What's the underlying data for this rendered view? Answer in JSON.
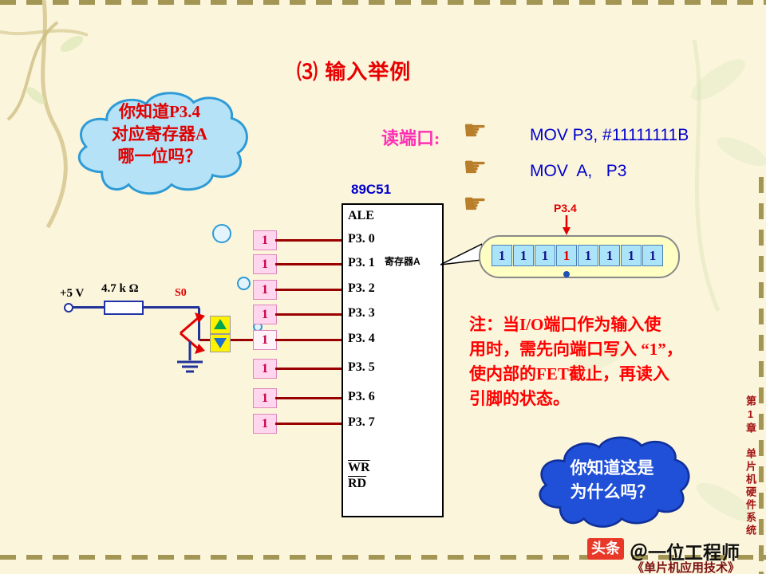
{
  "slide_title": "⑶ 输入举例",
  "question_cloud": {
    "lines": [
      "你知道P3.4",
      "对应寄存器A",
      "哪一位吗？"
    ]
  },
  "read_port": {
    "label": "读端口:",
    "instructions": [
      "MOV P3, #11111111B",
      "MOV  A,   P3"
    ]
  },
  "chip": {
    "name": "89C51",
    "pins": [
      "ALE",
      "P3. 0",
      "P3. 1",
      "P3. 2",
      "P3. 3",
      "P3. 4",
      "P3. 5",
      "P3. 6",
      "P3. 7"
    ],
    "bottom_pins": [
      "WR",
      "RD"
    ],
    "register_label": "寄存器A"
  },
  "pin_values": [
    "1",
    "1",
    "1",
    "1",
    "1",
    "1",
    "1",
    "1"
  ],
  "circuit": {
    "vcc_label": "+5 V",
    "resistor_label": "4.7 k Ω",
    "switch_label": "S0"
  },
  "register_view": {
    "pointer_label": "P3.4",
    "bits": [
      "1",
      "1",
      "1",
      "1",
      "1",
      "1",
      "1",
      "1"
    ],
    "highlight_index": 3
  },
  "note": {
    "lines": [
      "注：当I/O端口作为输入使",
      "用时，需先向端口写入 “1”，",
      "使内部的FET截止，再读入",
      "引脚的状态。"
    ]
  },
  "answer_cloud": {
    "lines": [
      "你知道这是",
      "为什么吗？"
    ]
  },
  "footer": {
    "logo_text": "头条",
    "handle": "＠一位工程师",
    "book_title": "《单片机应用技术》"
  },
  "sidebar_text": "第1章　单片机硬件系统",
  "colors": {
    "title_red": "#E80000",
    "instruction_blue": "#0000CC",
    "read_port_pink": "#FF2FB4",
    "wire_dark_red": "#990000",
    "question_cloud_fill": "#B5E2F6",
    "answer_cloud_fill": "#2050D8",
    "bit_cell_blue": "#ABE3F9",
    "register_strip_bg": "#FFFFC4",
    "toutiao_red": "#E83828"
  }
}
